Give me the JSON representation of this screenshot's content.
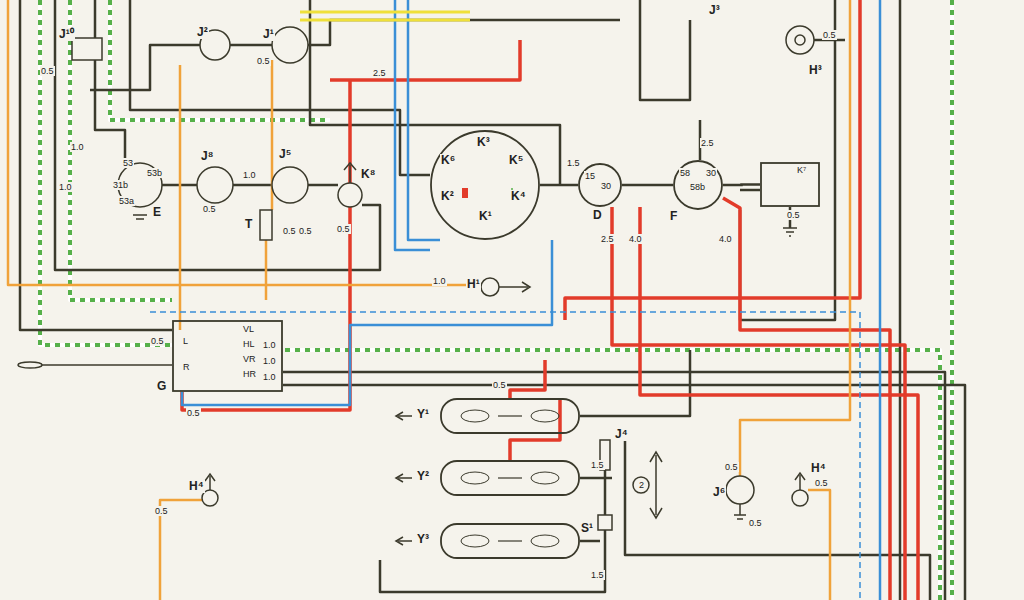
{
  "diagram": {
    "nodes": [
      {
        "text": [
          "K³",
          "K⁶",
          "K⁵",
          "K²",
          "K¹",
          "K⁴"
        ]
      },
      {
        "text": [
          "15",
          "30",
          "D"
        ]
      },
      {
        "text": [
          "58",
          "58b",
          "30",
          "F"
        ]
      },
      {
        "text": [
          "K⁷"
        ]
      },
      {
        "text": [
          "VL",
          "HL",
          "VR",
          "HR",
          "L",
          "R",
          "G"
        ]
      },
      {
        "text": [
          "Y¹"
        ]
      },
      {
        "text": [
          "Y²"
        ]
      },
      {
        "text": [
          "Y³"
        ]
      }
    ],
    "edges": [
      {
        "from": 0,
        "to": 1,
        "arrow": "none"
      },
      {
        "from": 1,
        "to": 2,
        "arrow": "none"
      },
      {
        "from": 2,
        "to": 3,
        "arrow": "none"
      }
    ],
    "labels": [
      "J¹⁰",
      "J²",
      "J¹",
      "J³",
      "H³",
      "0.5",
      "0.5",
      "0.5",
      "2.5",
      "53",
      "53b",
      "31b",
      "53a",
      "E",
      "1.0",
      "1.0",
      "J⁸",
      "1.0",
      "0.5",
      "J⁵",
      "T",
      "0.5",
      "0.5",
      "K⁸",
      "0.5",
      "1.5",
      "2.5",
      "4.0",
      "2.5",
      "4.0",
      "0.5",
      "H¹",
      "1.0",
      "0.5",
      "1.0",
      "1.0",
      "1.0",
      "0.5",
      "0.5",
      "J⁴",
      "1.5",
      "S¹",
      "1.5",
      "2",
      "J⁶",
      "0.5",
      "0.5",
      "H⁴",
      "0.5",
      "H⁴",
      "0.5"
    ]
  }
}
